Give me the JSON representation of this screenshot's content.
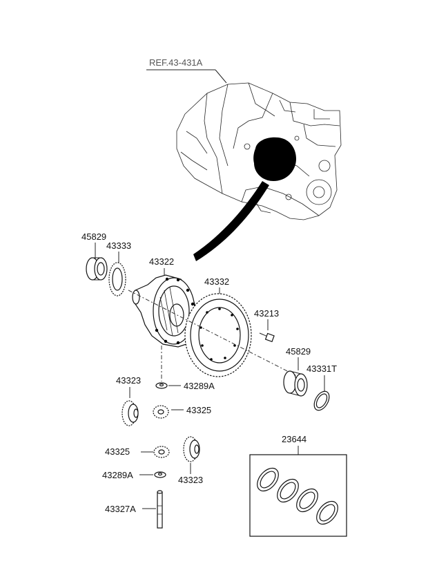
{
  "reference_label": "REF.43-431A",
  "part_labels": {
    "p45829_top": "45829",
    "p43333": "43333",
    "p43322": "43322",
    "p43332": "43332",
    "p43213": "43213",
    "p45829_right": "45829",
    "p43331T": "43331T",
    "p43323_top": "43323",
    "p43289A_top": "43289A",
    "p43325_top": "43325",
    "p23644": "23644",
    "p43325_bottom": "43325",
    "p43289A_bottom": "43289A",
    "p43323_bottom": "43323",
    "p43327A": "43327A"
  },
  "colors": {
    "line": "#222222",
    "fill": "#ffffff",
    "shadow": "#000000"
  }
}
